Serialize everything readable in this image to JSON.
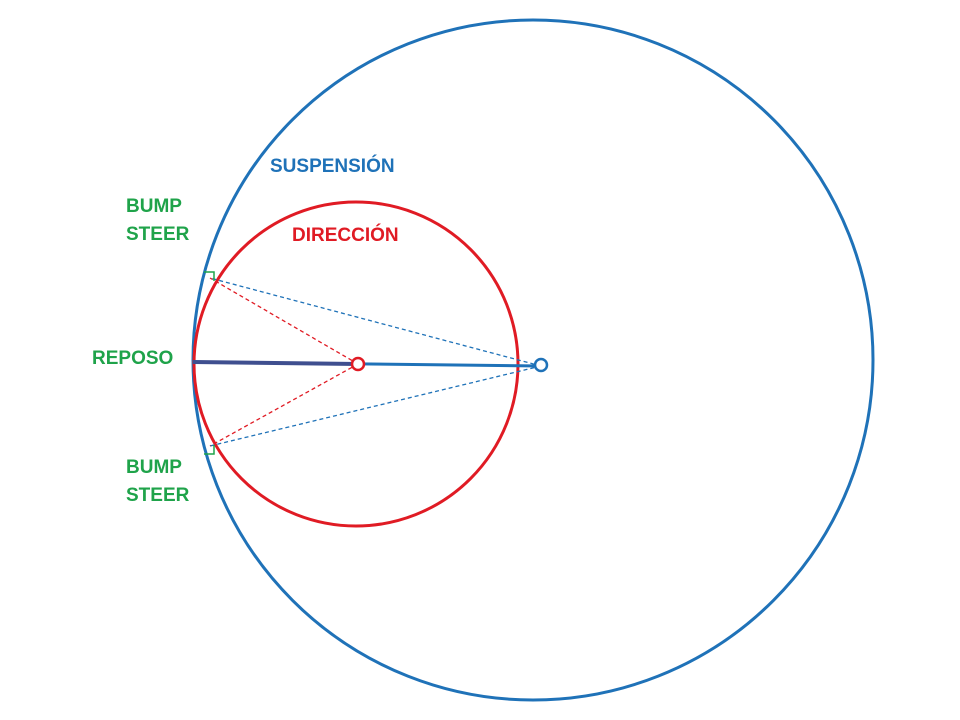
{
  "colors": {
    "suspension": "#1f72b8",
    "direction": "#e01b24",
    "bump_steer": "#1fa34a",
    "reposo_arm": "#3f4f8f"
  },
  "labels": {
    "suspension": "SUSPENSIÓN",
    "direction": "DIRECCIÓN",
    "bump_steer_top": [
      "BUMP",
      "STEER"
    ],
    "bump_steer_bottom": [
      "BUMP",
      "STEER"
    ],
    "reposo": "REPOSO"
  }
}
